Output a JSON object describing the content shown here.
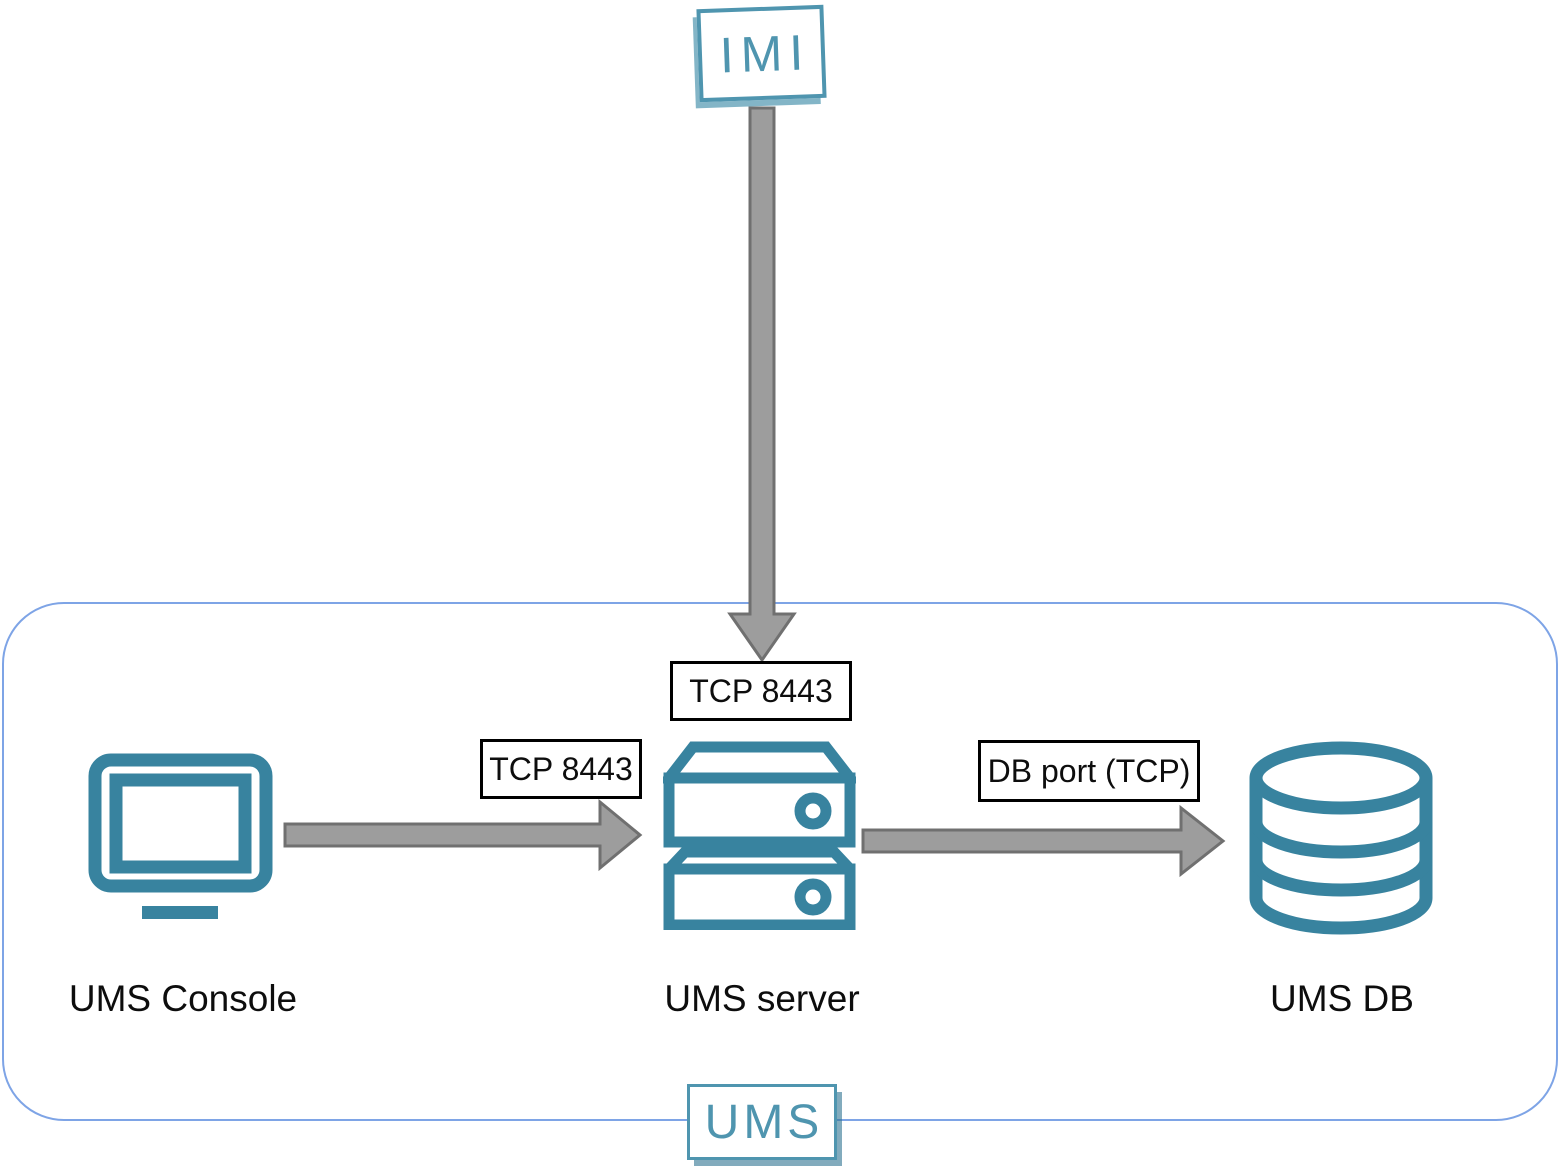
{
  "theme": {
    "teal": "#38839f",
    "teal_light": "#4f95af",
    "container_border": "#7ea4e6",
    "arrow_fill": "#9d9d9d",
    "arrow_stroke": "#707070",
    "label_border": "#000000",
    "text": "#0d0d0d"
  },
  "diagram": {
    "external_node": {
      "label": "IMI"
    },
    "group": {
      "label": "UMS"
    },
    "nodes": [
      {
        "id": "ums-console",
        "label": "UMS Console",
        "icon": "monitor-icon"
      },
      {
        "id": "ums-server",
        "label": "UMS server",
        "icon": "server-icon"
      },
      {
        "id": "ums-db",
        "label": "UMS DB",
        "icon": "database-icon"
      }
    ],
    "connections": [
      {
        "from": "IMI",
        "to": "UMS server",
        "label": "TCP 8443"
      },
      {
        "from": "UMS Console",
        "to": "UMS server",
        "label": "TCP 8443"
      },
      {
        "from": "UMS server",
        "to": "UMS DB",
        "label": "DB port (TCP)"
      }
    ]
  }
}
